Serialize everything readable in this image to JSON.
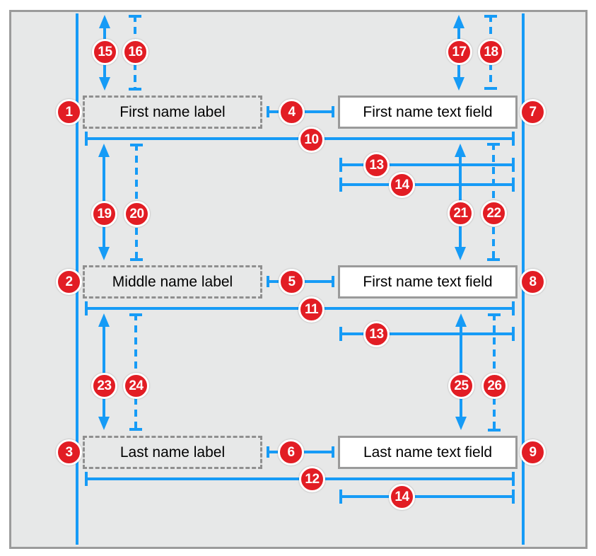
{
  "rows": [
    {
      "label": "First name label",
      "field": "First name text field"
    },
    {
      "label": "Middle name label",
      "field": "First name text field"
    },
    {
      "label": "Last name label",
      "field": "Last name text field"
    }
  ],
  "markers": {
    "n1": "1",
    "n2": "2",
    "n3": "3",
    "n4": "4",
    "n5": "5",
    "n6": "6",
    "n7": "7",
    "n8": "8",
    "n9": "9",
    "n10": "10",
    "n11": "11",
    "n12": "12",
    "n13": "13",
    "n14": "14",
    "n15": "15",
    "n16": "16",
    "n17": "17",
    "n18": "18",
    "n19": "19",
    "n20": "20",
    "n21": "21",
    "n22": "22",
    "n23": "23",
    "n24": "24",
    "n25": "25",
    "n26": "26"
  },
  "colors": {
    "accent_blue": "#169bf6",
    "marker_red": "#e21d24",
    "badge_ring": "#ffffff",
    "badge_text": "#ffffff",
    "frame_border": "#9b9b9b",
    "canvas_background": "#e7e8e8",
    "box_border": "#9a9a9a",
    "label_dash_border": "#8f8f8f",
    "field_background": "#ffffff",
    "text": "#000000"
  }
}
